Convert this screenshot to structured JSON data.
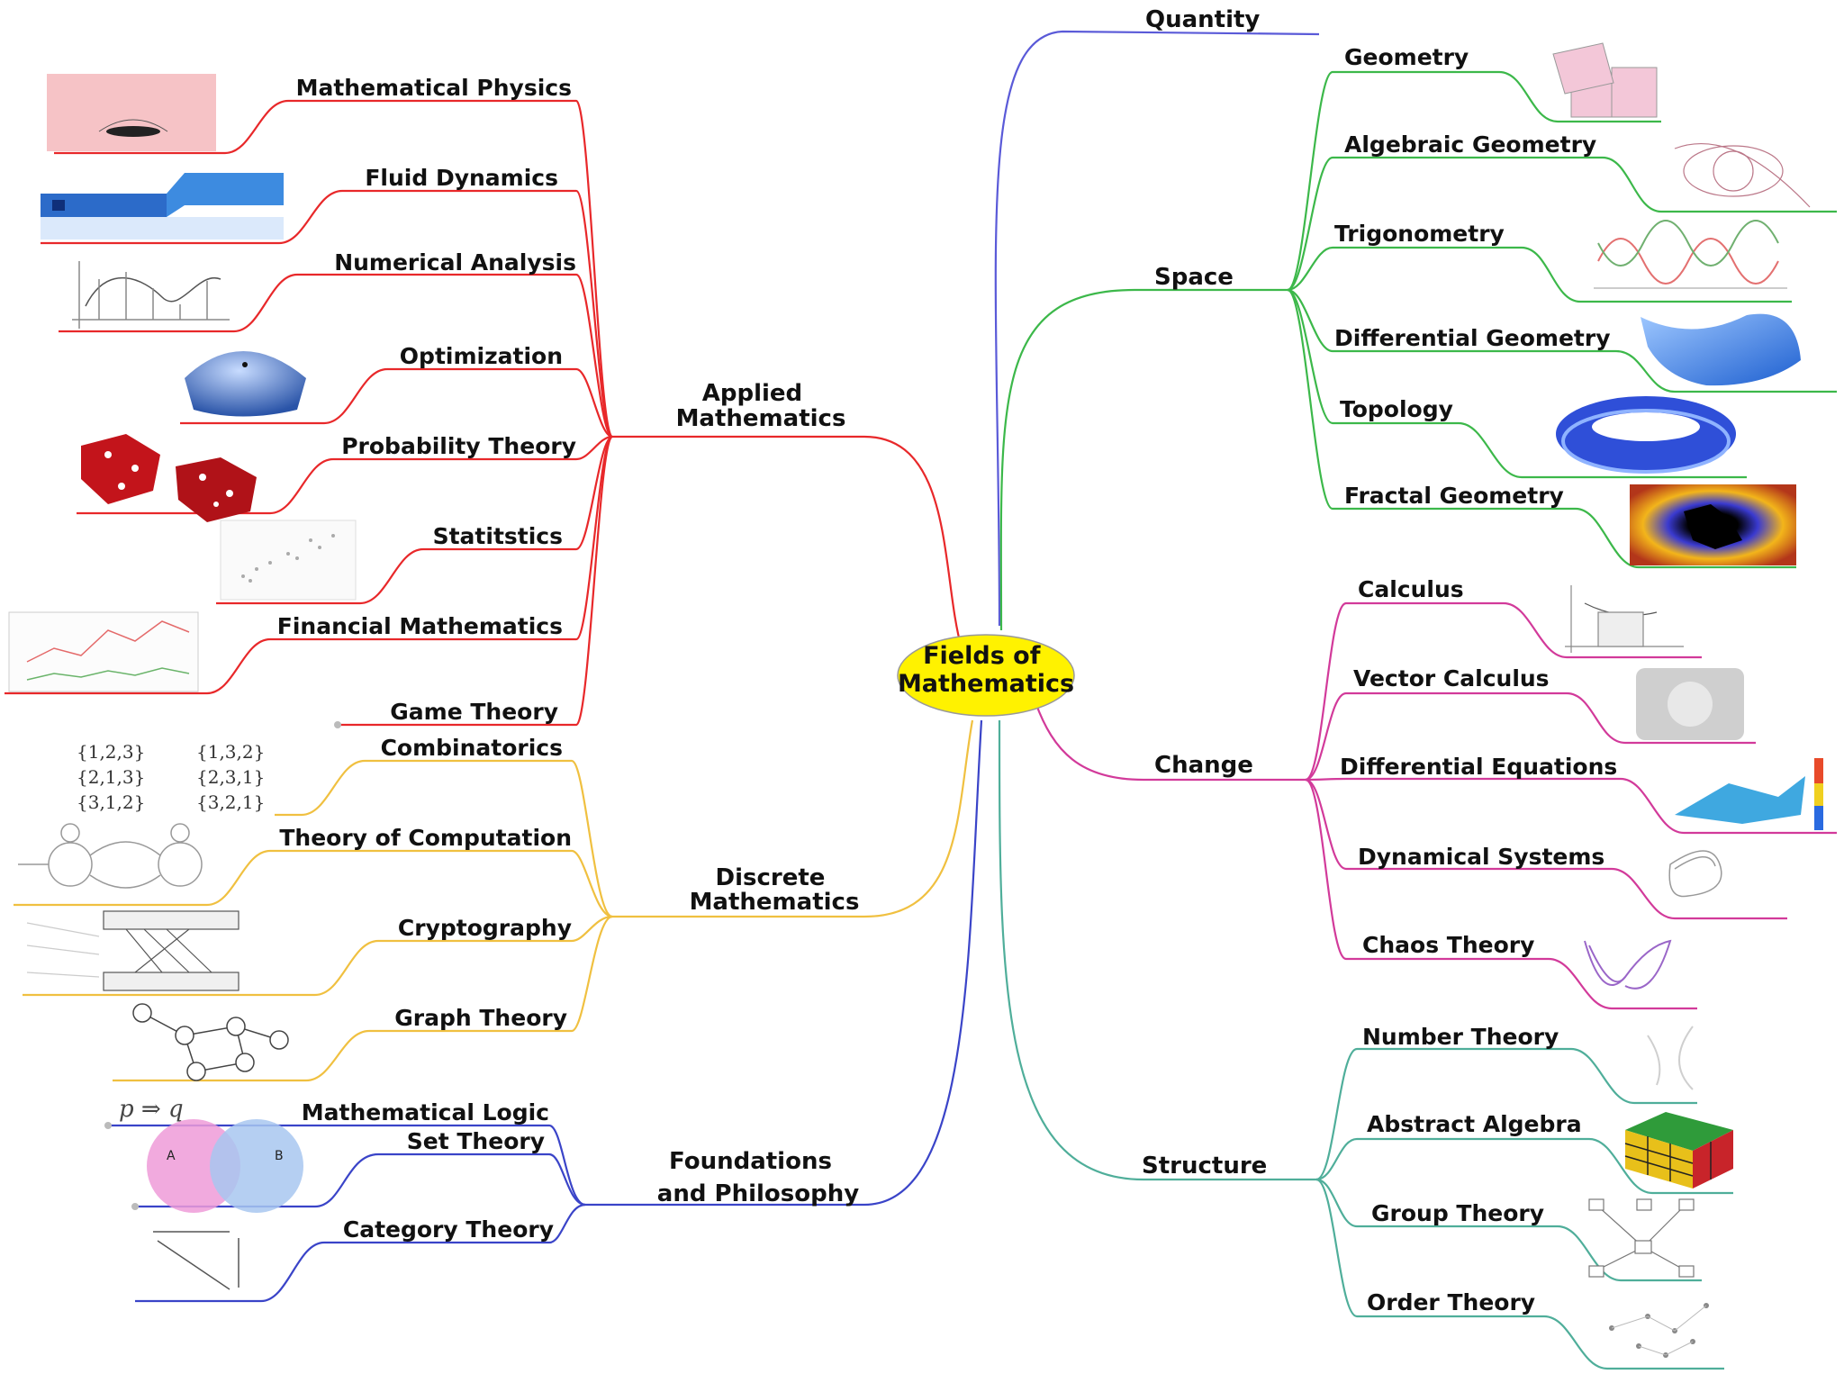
{
  "center": {
    "lines": [
      "Fields of",
      "Mathematics"
    ],
    "color": "#fff200"
  },
  "colors": {
    "applied": "#e8282a",
    "discrete": "#f0c040",
    "foundations": "#3a44c8",
    "quantity": "#5a5ad8",
    "space": "#3cb84a",
    "change": "#d23a9a",
    "structure": "#4fae9a"
  },
  "branches": {
    "quantity": "Quantity",
    "space": "Space",
    "change": "Change",
    "structure": "Structure",
    "applied": [
      "Applied",
      "Mathematics"
    ],
    "discrete": [
      "Discrete",
      "Mathematics"
    ],
    "foundations": [
      "Foundations",
      "and Philosophy"
    ]
  },
  "left_leaves": {
    "applied": [
      "Mathematical Physics",
      "Fluid Dynamics",
      "Numerical Analysis",
      "Optimization",
      "Probability Theory",
      "Statitstics",
      "Financial Mathematics",
      "Game Theory"
    ],
    "discrete": [
      "Combinatorics",
      "Theory of Computation",
      "Cryptography",
      "Graph Theory"
    ],
    "foundations": [
      "Mathematical Logic",
      "Set Theory",
      "Category Theory"
    ]
  },
  "right_leaves": {
    "space": [
      "Geometry",
      "Algebraic Geometry",
      "Trigonometry",
      "Differential Geometry",
      "Topology",
      "Fractal Geometry"
    ],
    "change": [
      "Calculus",
      "Vector Calculus",
      "Differential Equations",
      "Dynamical Systems",
      "Chaos Theory"
    ],
    "structure": [
      "Number Theory",
      "Abstract Algebra",
      "Group Theory",
      "Order Theory"
    ]
  },
  "thumbnails": {
    "combinatorics": [
      "{1,2,3}",
      "{1,3,2}",
      "{2,1,3}",
      "{2,3,1}",
      "{3,1,2}",
      "{3,2,1}"
    ],
    "logic": "p ⇒ q",
    "set_theory": [
      "A",
      "B"
    ]
  }
}
